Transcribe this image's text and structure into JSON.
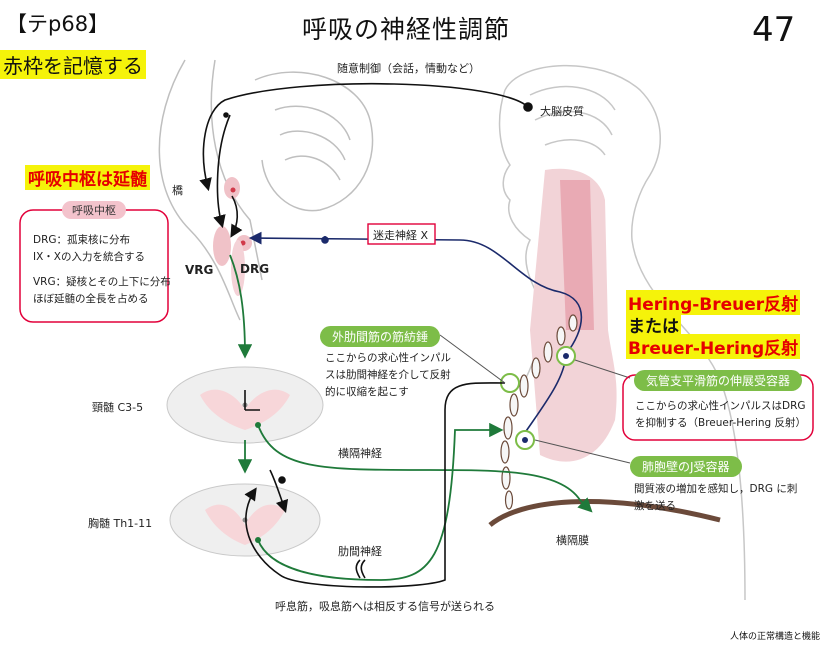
{
  "header": {
    "tag": "【テp68】",
    "title": "呼吸の神経性調節",
    "page_number": "47"
  },
  "notes": {
    "memorize": "赤枠を記憶する",
    "center": "呼吸中枢は延髄",
    "reflex_line1": "Hering-Breuer反射",
    "reflex_line2": "または",
    "reflex_line3": "Breuer-Hering反射"
  },
  "labels": {
    "voluntary": "随意制御（会話，情動など）",
    "cortex": "大脳皮質",
    "pons": "橋",
    "vagus": "迷走神経 X",
    "vrg": "VRG",
    "drg": "DRG",
    "cervical": "頸髄 C3-5",
    "thoracic": "胸髄 Th1-11",
    "phrenic": "横隔神経",
    "intercostal": "肋間神経",
    "diaphragm": "横隔膜",
    "bottom_note": "呼息筋，吸息筋へは相反する信号が送られる"
  },
  "center_box": {
    "pill": "呼吸中枢",
    "drg_line1": "DRG：孤束核に分布",
    "drg_line2": "IX・Xの入力を統合する",
    "vrg_line1": "VRG：疑核とその上下に分布",
    "vrg_line2": "ほぼ延髄の全長を占める"
  },
  "spindle": {
    "pill": "外肋間筋の筋紡錘",
    "line1": "ここからの求心性インパル",
    "line2": "スは肋間神経を介して反射",
    "line3": "的に収縮を起こす"
  },
  "stretch": {
    "pill": "気管支平滑筋の伸展受容器",
    "line1": "ここからの求心性インパルスはDRG",
    "line2": "を抑制する（Breuer-Hering 反射）"
  },
  "jrec": {
    "pill": "肺胞壁のJ受容器",
    "line1": "間質液の増加を感知し，DRG に刺",
    "line2": "激を送る"
  },
  "footer": "人体の正常構造と機能",
  "colors": {
    "red_frame": "#e2003a",
    "green_nerve": "#1f7a3a",
    "navy_nerve": "#1b2a6b",
    "pink_organ": "#e9b5bd",
    "highlight": "#f5f30a"
  }
}
